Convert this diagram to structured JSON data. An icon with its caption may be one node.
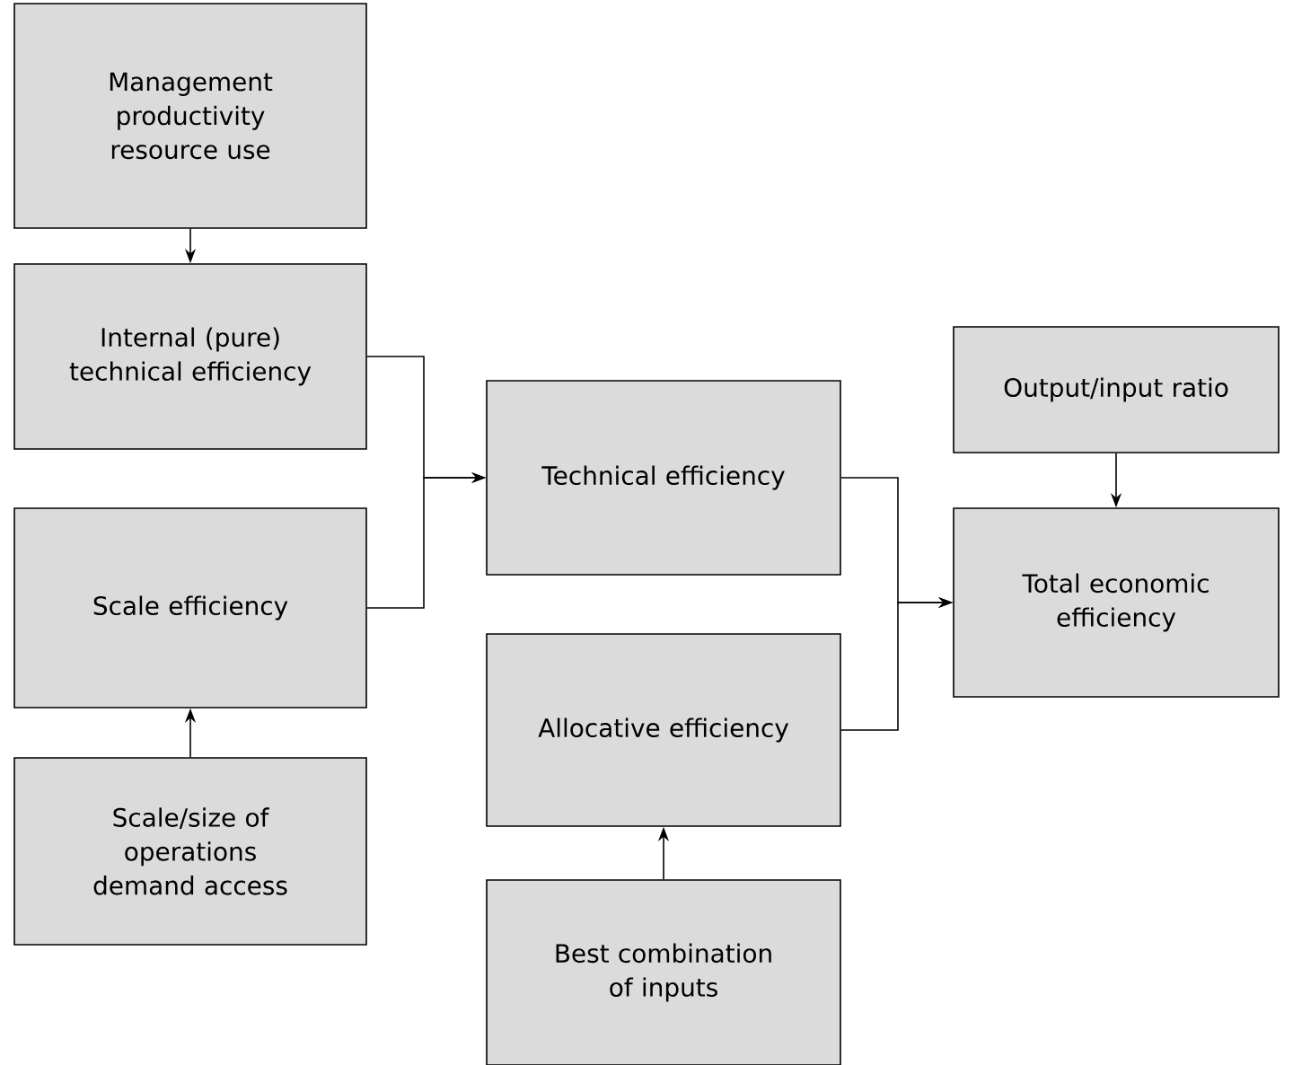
{
  "diagram": {
    "nodes": [
      {
        "text": [
          "Management productivity resource use"
        ]
      },
      {
        "text": [
          "Internal (pure) technical efficiency"
        ]
      },
      {
        "text": [
          "Scale efficiency"
        ]
      },
      {
        "text": [
          "Scale/size of operations demand access"
        ]
      },
      {
        "text": [
          "Technical efficiency"
        ]
      },
      {
        "text": [
          "Allocative efficiency"
        ]
      },
      {
        "text": [
          "Best combination of inputs"
        ]
      },
      {
        "text": [
          "Output/input ratio"
        ]
      },
      {
        "text": [
          "Total economic efficiency"
        ]
      }
    ],
    "edges": [
      {
        "from": 0,
        "to": 1,
        "arrow": "to"
      },
      {
        "from": 3,
        "to": 2,
        "arrow": "to"
      },
      {
        "from": 1,
        "to": 4,
        "arrow": "to"
      },
      {
        "from": 2,
        "to": 4,
        "arrow": "to"
      },
      {
        "from": 6,
        "to": 5,
        "arrow": "to"
      },
      {
        "from": 4,
        "to": 8,
        "arrow": "to"
      },
      {
        "from": 5,
        "to": 8,
        "arrow": "to"
      },
      {
        "from": 7,
        "to": 8,
        "arrow": "to"
      }
    ]
  }
}
